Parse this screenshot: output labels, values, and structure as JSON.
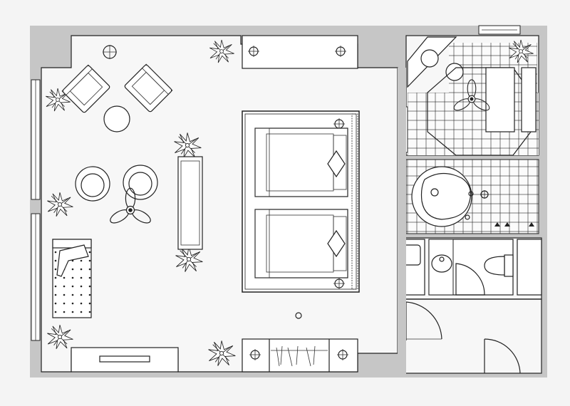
{
  "plan": {
    "type": "hotel-room-floor-plan",
    "colors": {
      "background": "#f4f4f4",
      "wall": "#c6c6c6",
      "line": "#222222",
      "floor": "#f7f7f7"
    },
    "rooms": [
      "living-area",
      "bedroom",
      "bathroom",
      "toilet",
      "entry"
    ],
    "furniture_icons": [
      "armchair-icon",
      "round-side-table-icon",
      "lounge-chair-icon",
      "coffee-table-icon",
      "daybed-icon",
      "double-bed-icon",
      "wardrobe-icon",
      "desk-icon",
      "shower-icon",
      "bathtub-icon",
      "washbasin-icon",
      "toilet-icon",
      "plant-icon",
      "ceiling-fan-icon",
      "door-swing-icon"
    ]
  }
}
